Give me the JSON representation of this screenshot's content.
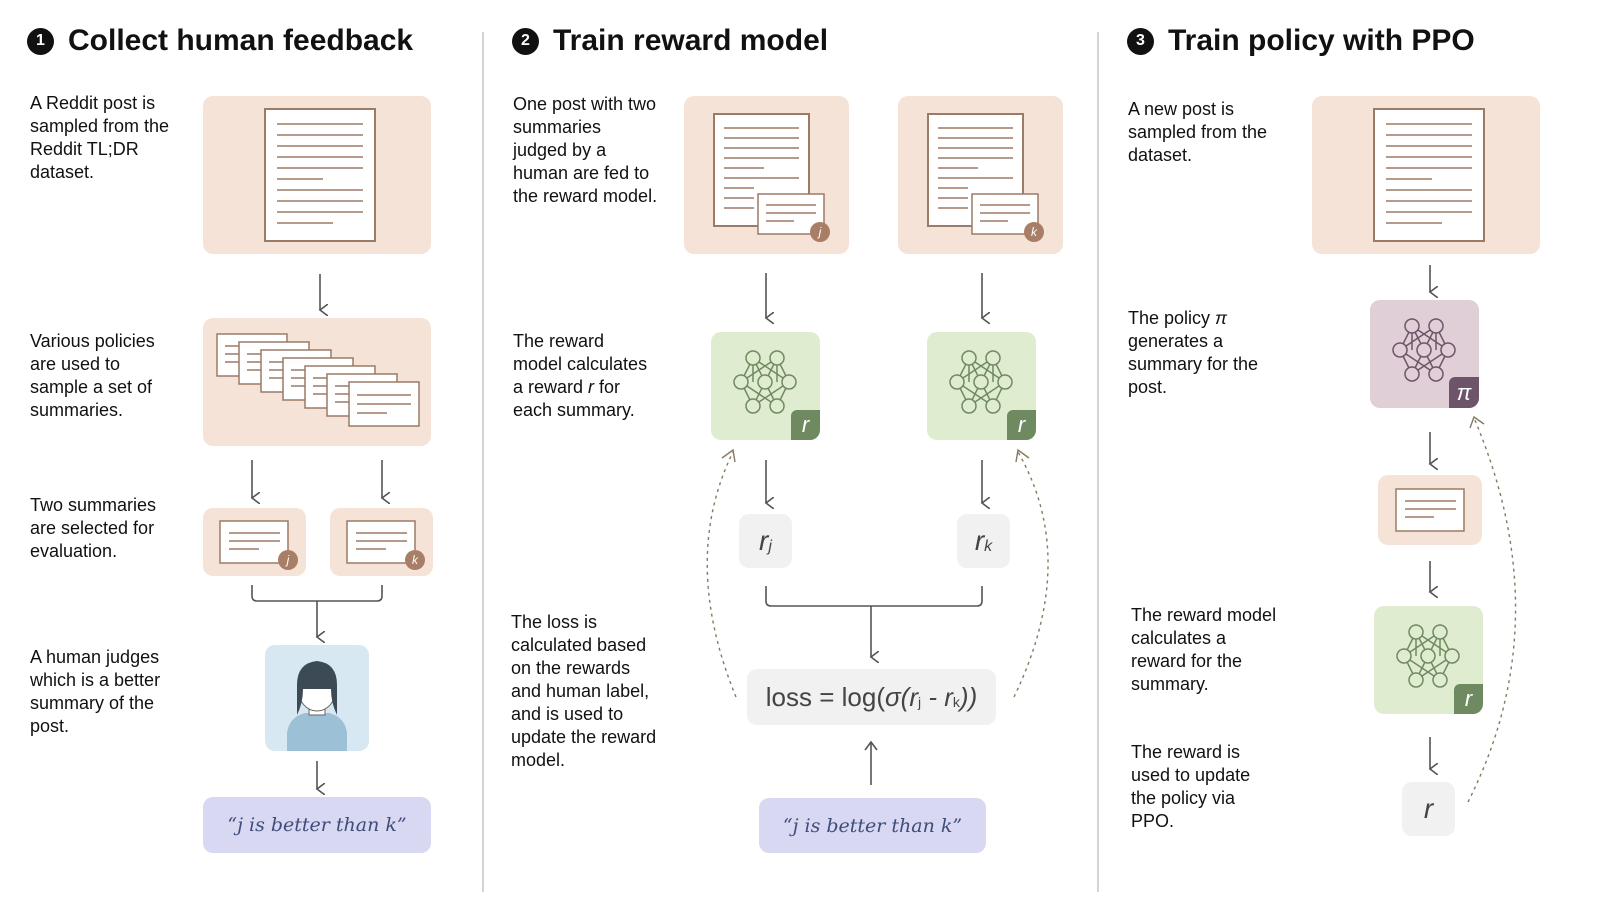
{
  "steps": [
    {
      "number": "1",
      "title": "Collect human feedback",
      "descriptions": [
        "A Reddit post is sampled from the Reddit TL;DR dataset.",
        "Various policies are used to sample a set of summaries.",
        "Two summaries are selected for evaluation.",
        "A human judges which is a better summary of the post."
      ],
      "judgement": "“j is better than k”",
      "summary_badges": [
        "j",
        "k"
      ]
    },
    {
      "number": "2",
      "title": "Train reward model",
      "descriptions": [
        "One post with two summaries judged by a human are fed to the reward model.",
        "The reward model calculates a reward r for each summary.",
        "The loss is calculated based on the rewards and human label, and is used to update the reward model."
      ],
      "post_badges": [
        "j",
        "k"
      ],
      "reward_badge": "r",
      "reward_outputs": [
        {
          "base": "r",
          "sub": "j"
        },
        {
          "base": "r",
          "sub": "k"
        }
      ],
      "loss": {
        "prefix": "loss = log(",
        "sigma": "σ(",
        "r1": "r",
        "s1": "j",
        "minus": " - ",
        "r2": "r",
        "s2": "k",
        "suffix": "))"
      },
      "judgement": "“j is better than k”"
    },
    {
      "number": "3",
      "title": "Train policy with PPO",
      "descriptions": [
        "A new post is sampled from the dataset.",
        "The policy π generates a summary for the post.",
        "The reward model calculates a reward for the summary.",
        "The reward is used to update the policy via PPO."
      ],
      "policy_badge": "π",
      "reward_badge": "r",
      "reward_output": "r"
    }
  ],
  "colors": {
    "peach": "#f6e3d8",
    "green": "#e0ecd0",
    "mauve": "#e0cfd6",
    "lavender": "#d8d8f2",
    "doc_stroke": "#9b7a67",
    "badge_brown": "#a97e66",
    "badge_green": "#6f8a60",
    "badge_purple": "#6e5468",
    "arrow_gray": "#555555"
  }
}
